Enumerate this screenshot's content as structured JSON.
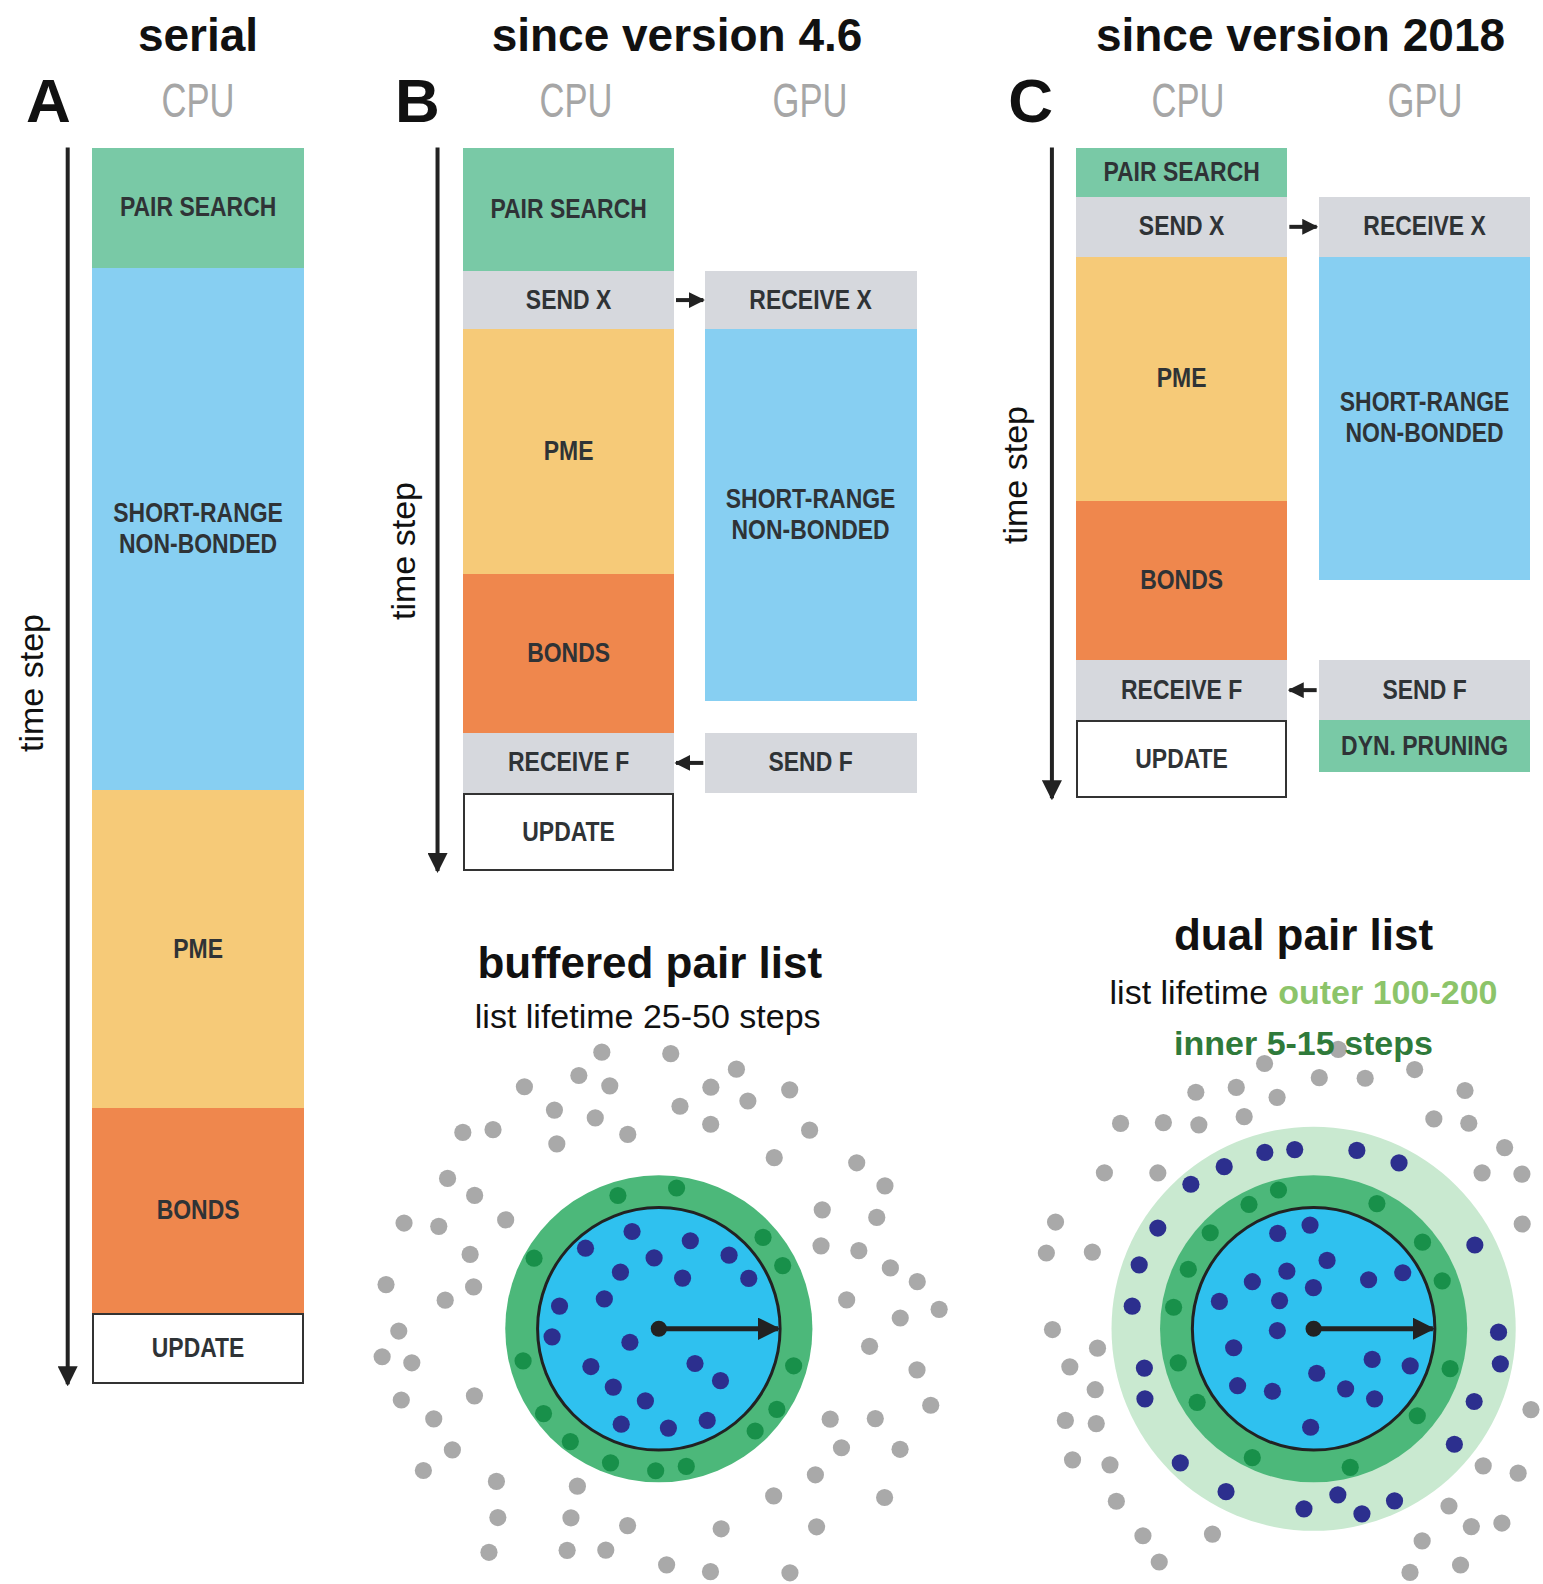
{
  "diagram": {
    "nodes": [
      {
        "text": [
          "PAIR SEARCH"
        ]
      },
      {
        "text": [
          "SHORT-RANGE NON-BONDED"
        ]
      },
      {
        "text": [
          "PME"
        ]
      },
      {
        "text": [
          "BONDS"
        ]
      },
      {
        "text": [
          "UPDATE"
        ]
      },
      {
        "text": [
          "PAIR SEARCH"
        ]
      },
      {
        "text": [
          "SEND X"
        ]
      },
      {
        "text": [
          "RECEIVE X"
        ]
      },
      {
        "text": [
          "PME"
        ]
      },
      {
        "text": [
          "SHORT-RANGE NON-BONDED"
        ]
      },
      {
        "text": [
          "BONDS"
        ]
      },
      {
        "text": [
          "RECEIVE F"
        ]
      },
      {
        "text": [
          "SEND F"
        ]
      },
      {
        "text": [
          "UPDATE"
        ]
      },
      {
        "text": [
          "PAIR SEARCH"
        ]
      },
      {
        "text": [
          "SEND X"
        ]
      },
      {
        "text": [
          "RECEIVE X"
        ]
      },
      {
        "text": [
          "PME"
        ]
      },
      {
        "text": [
          "SHORT-RANGE NON-BONDED"
        ]
      },
      {
        "text": [
          "BONDS"
        ]
      },
      {
        "text": [
          "RECEIVE F"
        ]
      },
      {
        "text": [
          "SEND F"
        ]
      },
      {
        "text": [
          "DYN. PRUNING"
        ]
      },
      {
        "text": [
          "UPDATE"
        ]
      }
    ],
    "edges": [
      {
        "from": 6,
        "to": 7,
        "arrow": "to"
      },
      {
        "from": 12,
        "to": 11,
        "arrow": "to"
      },
      {
        "from": 15,
        "to": 16,
        "arrow": "to"
      },
      {
        "from": 21,
        "to": 20,
        "arrow": "to"
      }
    ],
    "labels": [
      "serial",
      "since version 4.6",
      "since version 2018",
      "A",
      "CPU",
      "B",
      "CPU",
      "GPU",
      "C",
      "CPU",
      "GPU",
      "time step",
      "time step",
      "time step",
      "buffered pair list",
      "list lifetime 25-50 steps",
      "dual pair list",
      "list lifetime",
      "outer 100-200",
      "inner 5-15 steps"
    ]
  }
}
